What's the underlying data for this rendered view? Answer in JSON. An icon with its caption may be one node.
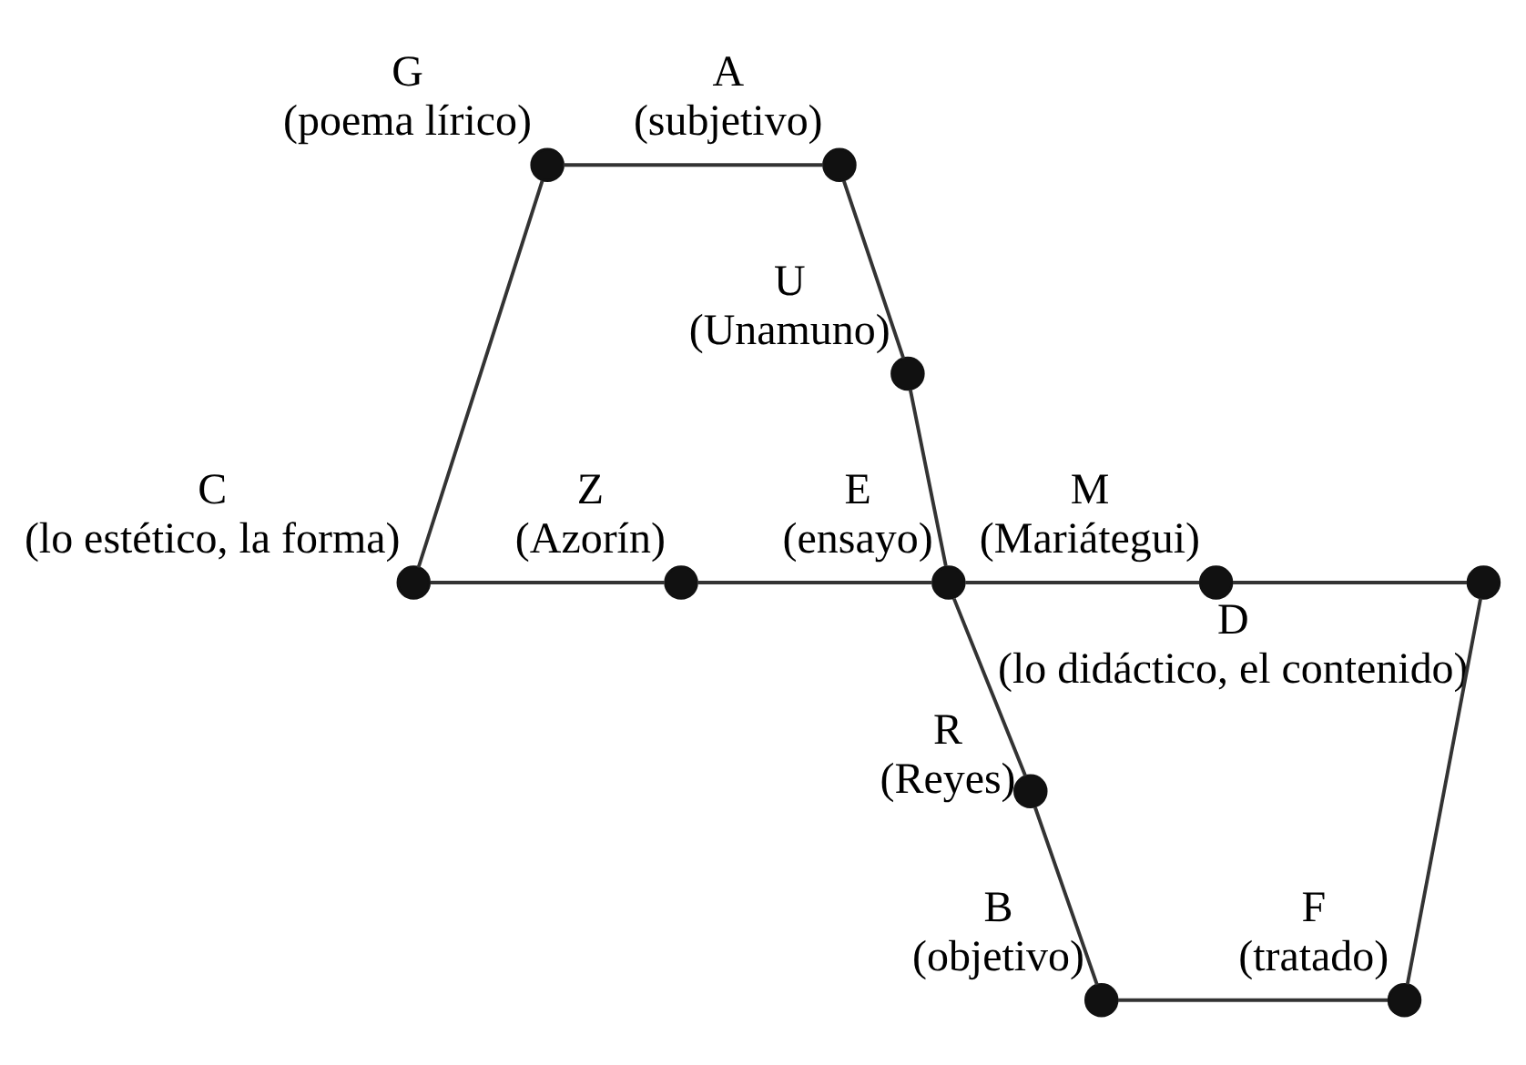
{
  "diagram": {
    "nodes": [
      {
        "text": [],
        "shape": "circle",
        "beside": [
          "G",
          "(poema lírico)"
        ]
      },
      {
        "text": [],
        "shape": "circle",
        "beside": [
          "A",
          "(subjetivo)"
        ]
      },
      {
        "text": [],
        "shape": "circle",
        "beside": [
          "U",
          "(Unamuno)"
        ]
      },
      {
        "text": [],
        "shape": "circle",
        "beside": [
          "Z",
          "(Azorín)"
        ]
      },
      {
        "text": [],
        "shape": "circle",
        "beside": [
          "C",
          "(lo estético, la forma)"
        ]
      },
      {
        "text": [],
        "shape": "circle",
        "beside": [
          "E",
          "(ensayo)"
        ]
      },
      {
        "text": [],
        "shape": "circle",
        "beside": [
          "M",
          "(Mariátegui)"
        ]
      },
      {
        "text": [],
        "shape": "circle",
        "beside": [
          "D",
          "(lo didáctico, el contenido)"
        ]
      },
      {
        "text": [],
        "shape": "circle",
        "beside": [
          "R",
          "(Reyes)"
        ]
      },
      {
        "text": [],
        "shape": "circle",
        "beside": [
          "B",
          "(objetivo)"
        ]
      },
      {
        "text": [],
        "shape": "circle",
        "beside": [
          "F",
          "(tratado)"
        ]
      }
    ],
    "edges": [
      {
        "from": 0,
        "to": 1,
        "arrow": "none"
      },
      {
        "from": 0,
        "to": 4,
        "arrow": "none"
      },
      {
        "from": 1,
        "to": 2,
        "arrow": "none"
      },
      {
        "from": 2,
        "to": 5,
        "arrow": "none"
      },
      {
        "from": 4,
        "to": 3,
        "arrow": "none"
      },
      {
        "from": 3,
        "to": 5,
        "arrow": "none"
      },
      {
        "from": 5,
        "to": 6,
        "arrow": "none"
      },
      {
        "from": 6,
        "to": 7,
        "arrow": "none"
      },
      {
        "from": 5,
        "to": 8,
        "arrow": "none"
      },
      {
        "from": 8,
        "to": 9,
        "arrow": "none"
      },
      {
        "from": 7,
        "to": 10,
        "arrow": "none"
      },
      {
        "from": 9,
        "to": 10,
        "arrow": "none"
      }
    ]
  }
}
